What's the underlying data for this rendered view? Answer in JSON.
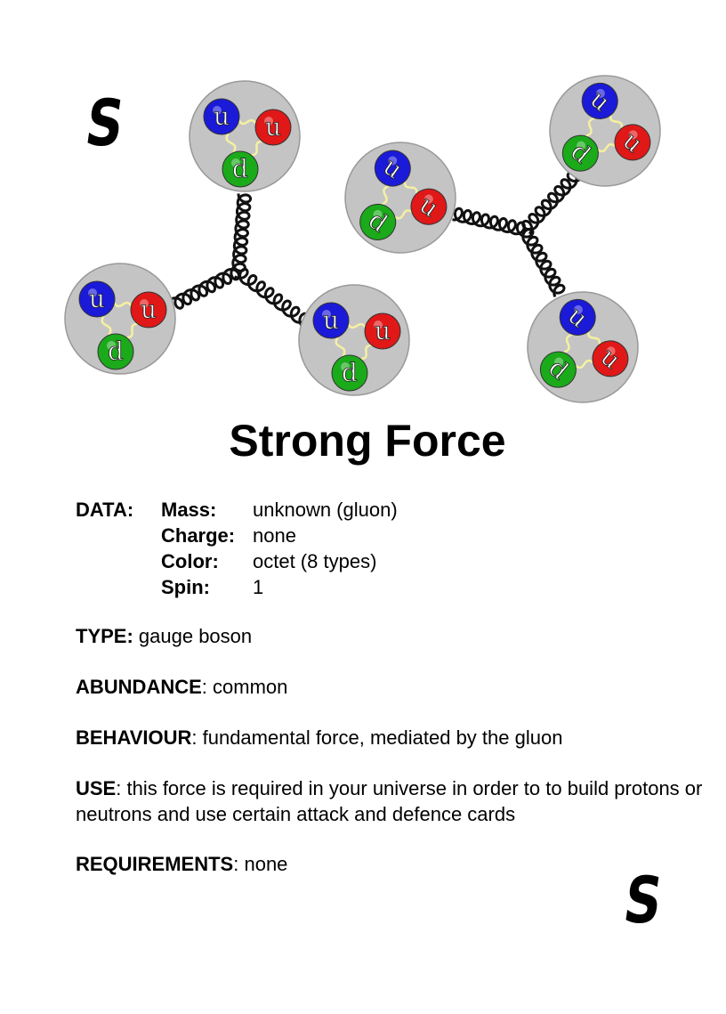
{
  "corner_symbol": "S",
  "title": "Strong Force",
  "quarks": {
    "up": "u",
    "down": "d"
  },
  "colors": {
    "up1": "#1a1ad8",
    "up2": "#e01818",
    "down": "#1aaa1a",
    "proton": "#c4c4c4",
    "gluon": "#f5f0a0"
  },
  "data": {
    "label": "DATA:",
    "rows": [
      {
        "key": "Mass:",
        "value": "unknown (gluon)"
      },
      {
        "key": "Charge:",
        "value": "none"
      },
      {
        "key": "Color:",
        "value": "octet (8 types)"
      },
      {
        "key": "Spin:",
        "value": "1"
      }
    ]
  },
  "type": {
    "label": "TYPE:",
    "value": " gauge boson"
  },
  "abundance": {
    "label": "ABUNDANCE",
    "value": ": common"
  },
  "behaviour": {
    "label": "BEHAVIOUR",
    "value": ": fundamental force, mediated by the gluon"
  },
  "use": {
    "label": "USE",
    "value": ": this force is required in your universe in order to to build protons or neutrons and use certain attack and defence cards"
  },
  "requirements": {
    "label": "REQUIREMENTS",
    "value": ": none"
  }
}
